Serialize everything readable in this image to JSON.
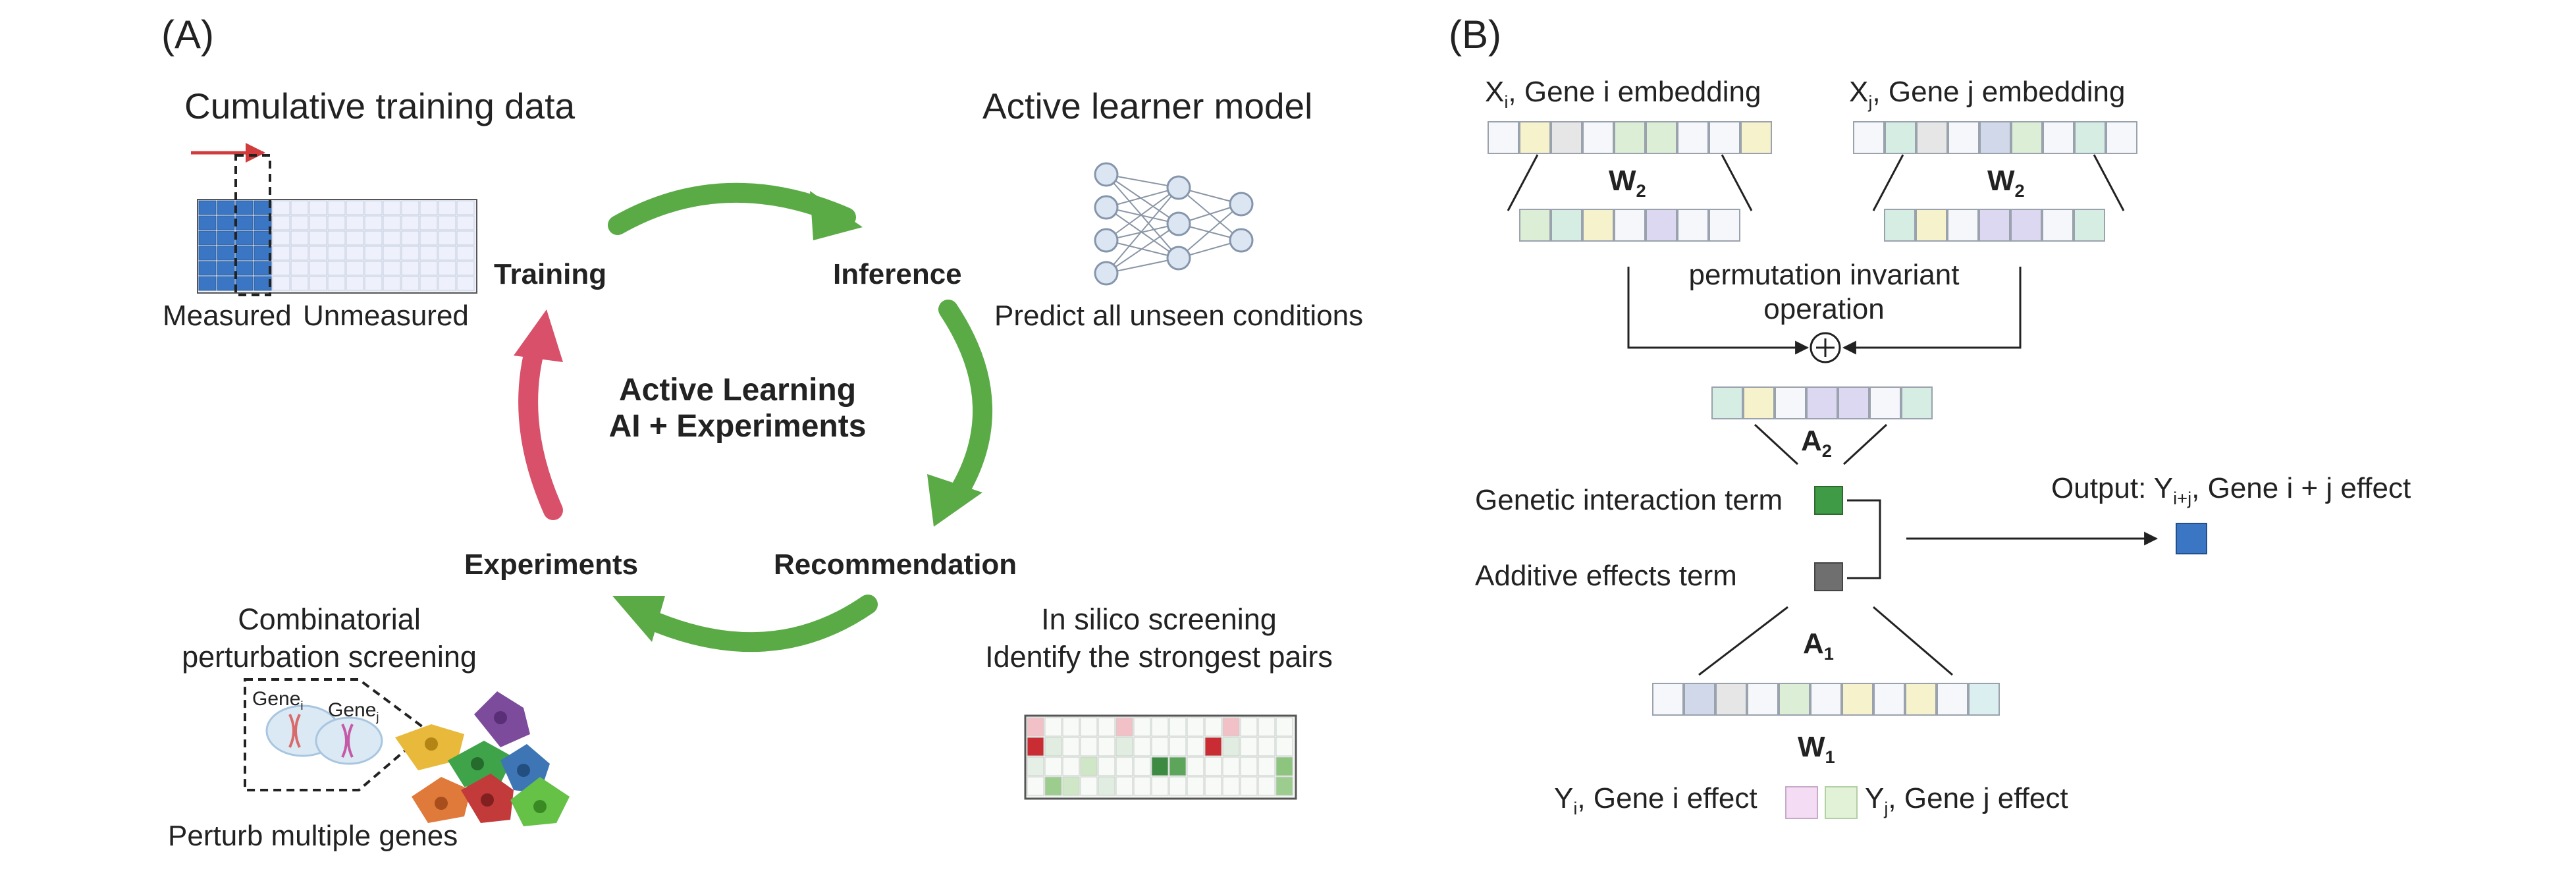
{
  "panel_a": {
    "label": "(A)",
    "cumulative_title": "Cumulative training data",
    "measured_label": "Measured",
    "unmeasured_label": "Unmeasured",
    "active_learner_title": "Active learner model",
    "predict_caption": "Predict all unseen conditions",
    "cycle": {
      "training": "Training",
      "inference": "Inference",
      "recommendation": "Recommendation",
      "experiments": "Experiments",
      "center_line1": "Active Learning",
      "center_line2": "AI + Experiments"
    },
    "combinatorial_line1": "Combinatorial",
    "combinatorial_line2": "perturbation screening",
    "gene_i_label": "Gene",
    "gene_i_sub": "i",
    "gene_j_label": "Gene",
    "gene_j_sub": "j",
    "perturb_caption": "Perturb multiple genes",
    "insilico_line1": "In silico screening",
    "insilico_line2": "Identify the strongest pairs",
    "colors": {
      "cycle_green": "#5aab46",
      "cycle_red": "#d9506a",
      "measured_blue": "#3a76c4",
      "arrow_red": "#d13b3b"
    }
  },
  "panel_b": {
    "label": "(B)",
    "xi_symbol": "X",
    "xi_sub": "i",
    "xi_text": ", Gene i embedding",
    "xj_symbol": "X",
    "xj_sub": "j",
    "xj_text": ", Gene j embedding",
    "w2_symbol": "W",
    "w2_sub": "2",
    "perm_line1": "permutation invariant",
    "perm_line2": "operation",
    "a2_symbol": "A",
    "a2_sub": "2",
    "genetic_interaction": "Genetic interaction term",
    "additive_effects": "Additive effects term",
    "output_prefix": "Output: Y",
    "output_sub": "i+j",
    "output_text": ", Gene i + j effect",
    "a1_symbol": "A",
    "a1_sub": "1",
    "w1_symbol": "W",
    "w1_sub": "1",
    "yi_symbol": "Y",
    "yi_sub": "i",
    "yi_text": ", Gene i effect",
    "yj_symbol": "Y",
    "yj_sub": "j",
    "yj_text": ", Gene j effect",
    "colors": {
      "green_term": "#3f9b45",
      "gray_term": "#6f6f6f",
      "output_blue": "#3a76c4",
      "yi_pink": "#f4dcf4",
      "yj_green": "#e1f2d6"
    }
  }
}
